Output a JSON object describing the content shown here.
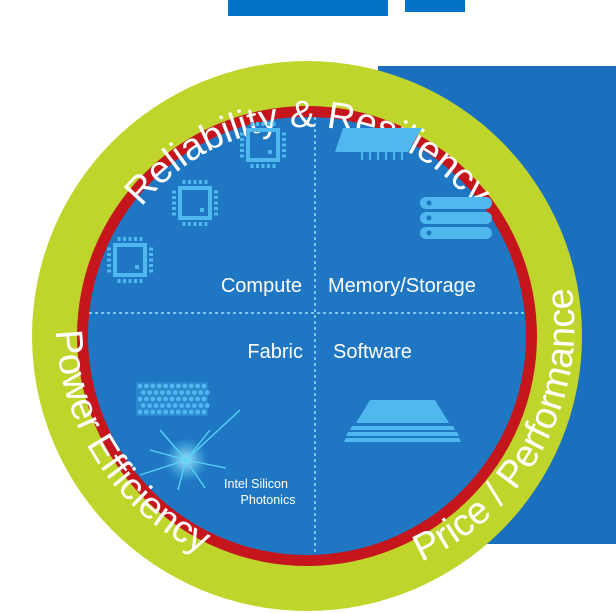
{
  "colors": {
    "outer_ring": "#c0d52c",
    "red_ring": "#c4161c",
    "disc": "#1f77c3",
    "back_panel": "#1a6fbf",
    "top_title": "#0071c5",
    "icon": "#4fb8ef",
    "star": "#57d3f5",
    "divider": "#8fd0f5"
  },
  "ring_labels": {
    "top": "Reliability & Resiliency",
    "left": "Power Efficiency",
    "right": "Price / Performance"
  },
  "quadrants": {
    "compute": "Compute",
    "memory_storage": "Memory/Storage",
    "fabric": "Fabric",
    "software": "Software"
  },
  "badge": {
    "line1": "Intel Silicon",
    "line2": "Photonics"
  },
  "icons": {
    "compute": "cpu-chip-icon",
    "memory": "memory-module-icon",
    "storage": "storage-stack-icon",
    "fabric": "fabric-grid-icon",
    "photonics": "light-star-icon",
    "software": "software-layers-icon"
  }
}
